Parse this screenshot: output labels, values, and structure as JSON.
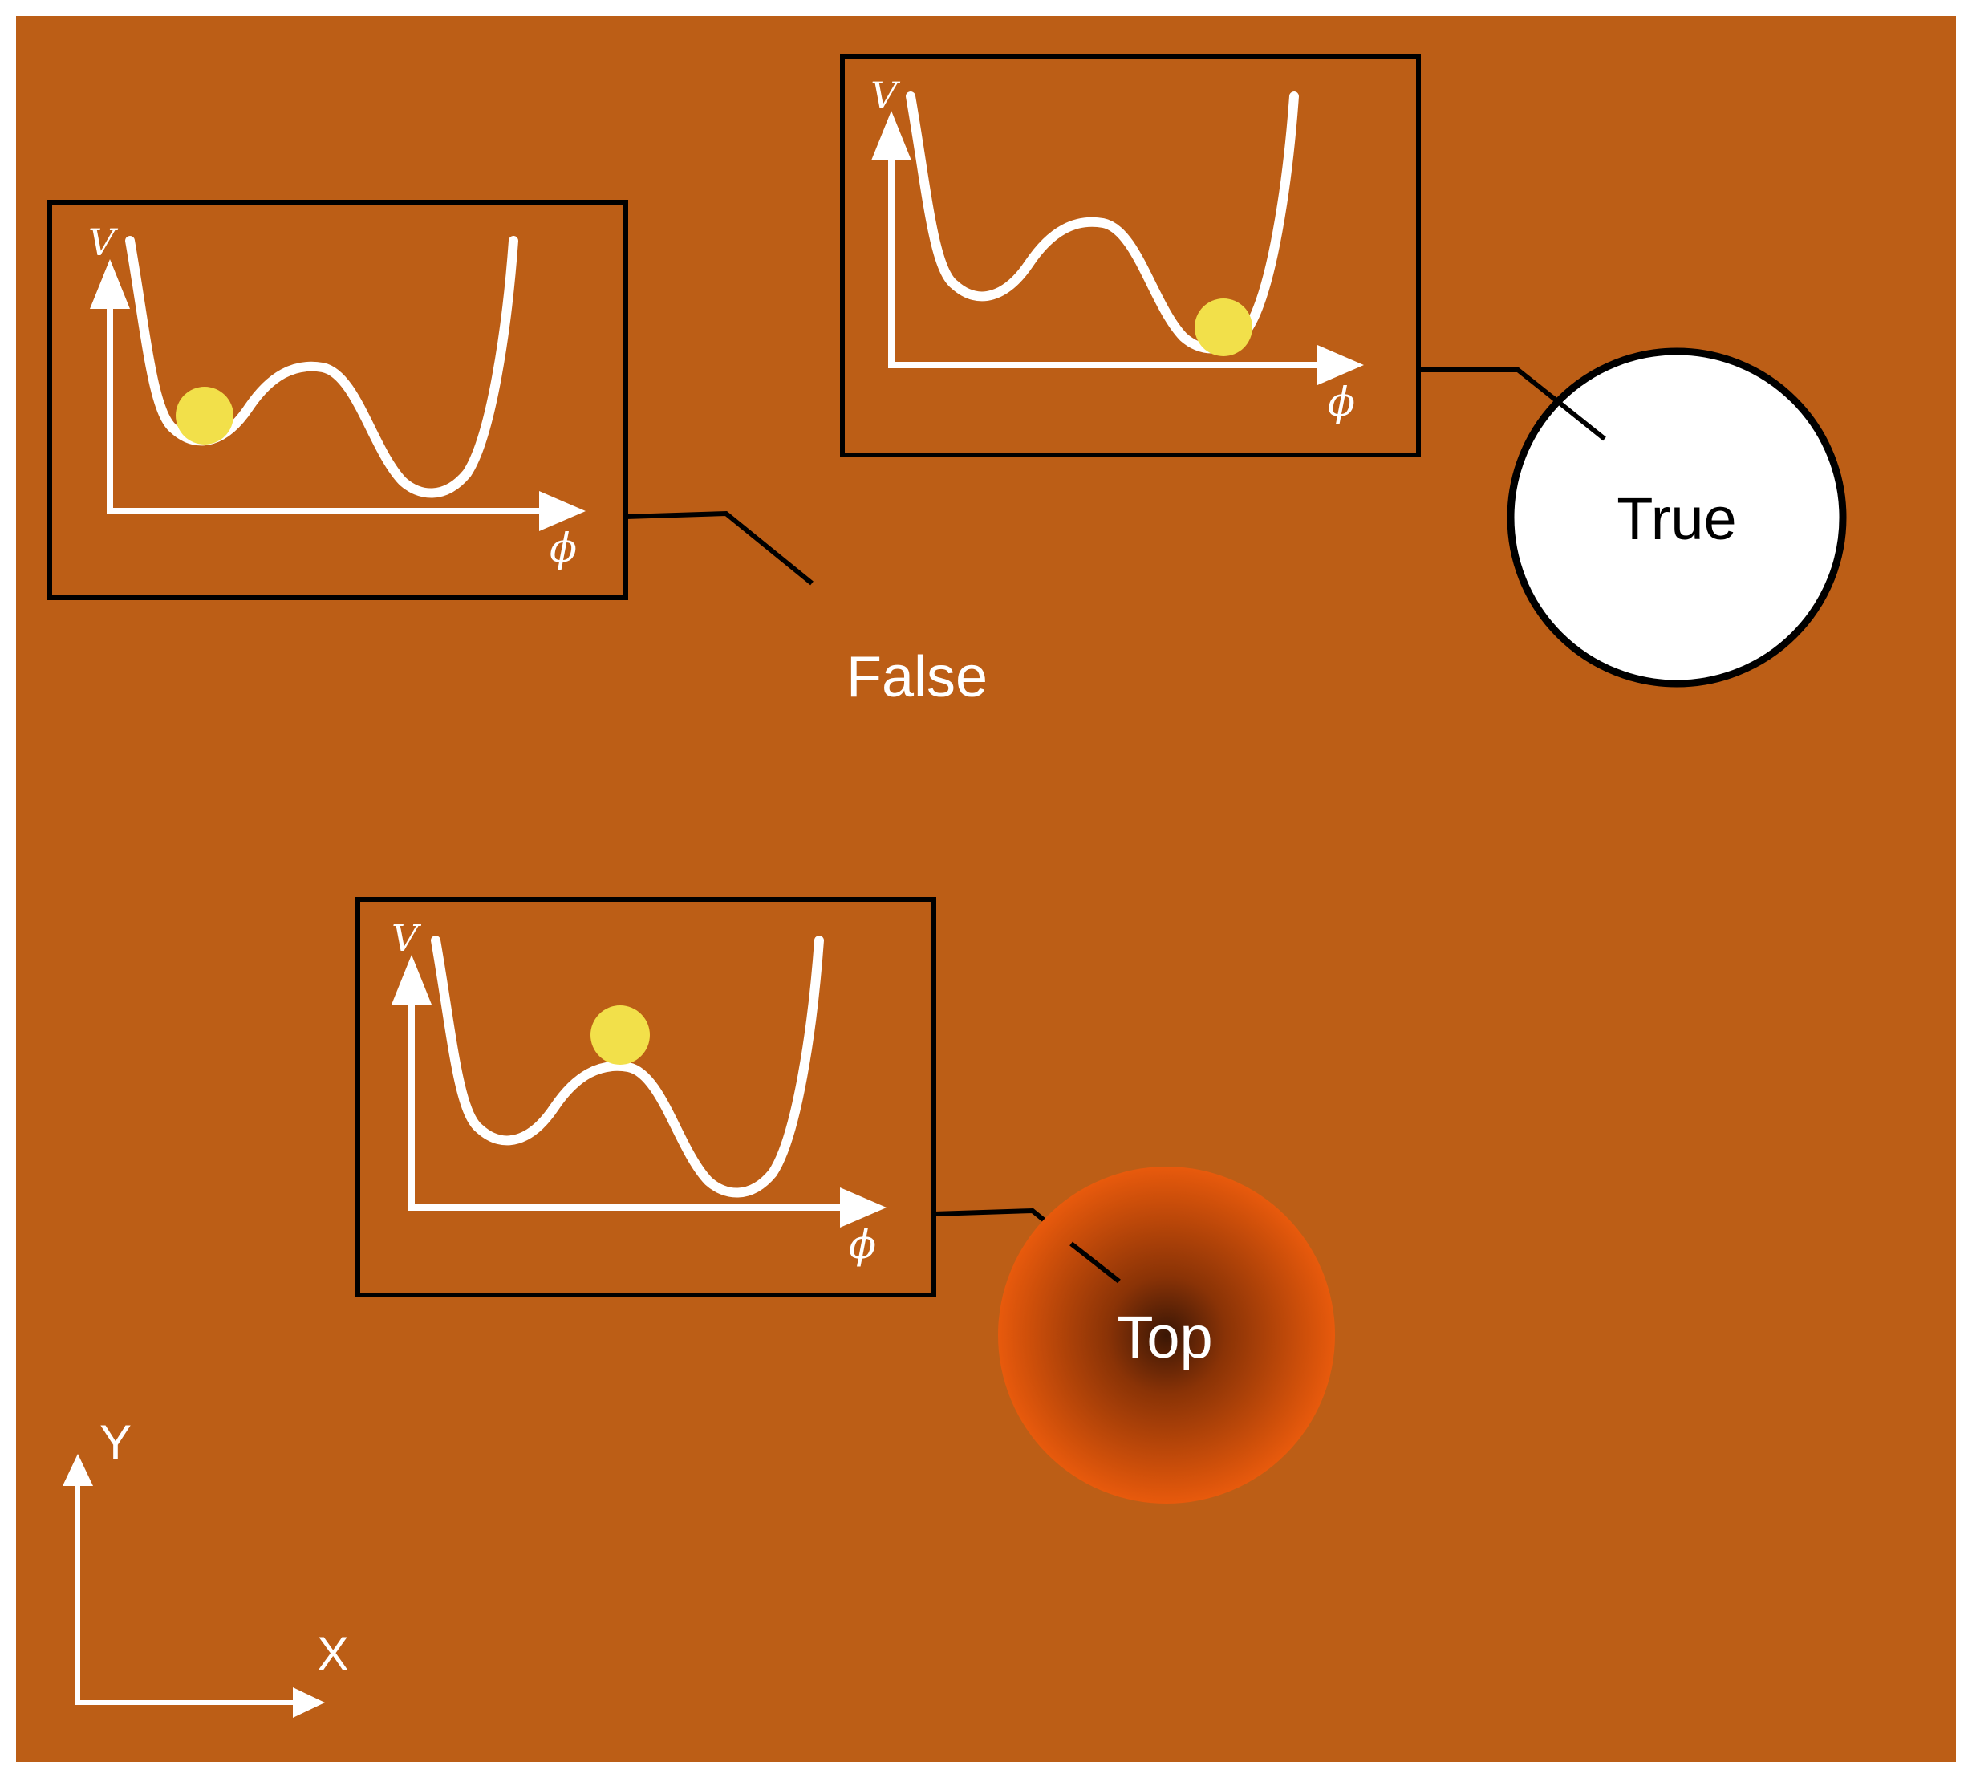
{
  "background_color": "#BC5E16",
  "ball_color": "#F2E04A",
  "curve_color": "#FFFFFF",
  "potential_axis_label": "V",
  "field_axis_label": "ϕ",
  "regions": [
    {
      "label": "False",
      "ball_position": "false-minimum",
      "marker": "none"
    },
    {
      "label": "True",
      "ball_position": "true-minimum",
      "marker": "white-disk"
    },
    {
      "label": "Top",
      "ball_position": "barrier-top",
      "marker": "glow-disk"
    }
  ],
  "coordinate_axes": {
    "x_label": "X",
    "y_label": "Y"
  }
}
